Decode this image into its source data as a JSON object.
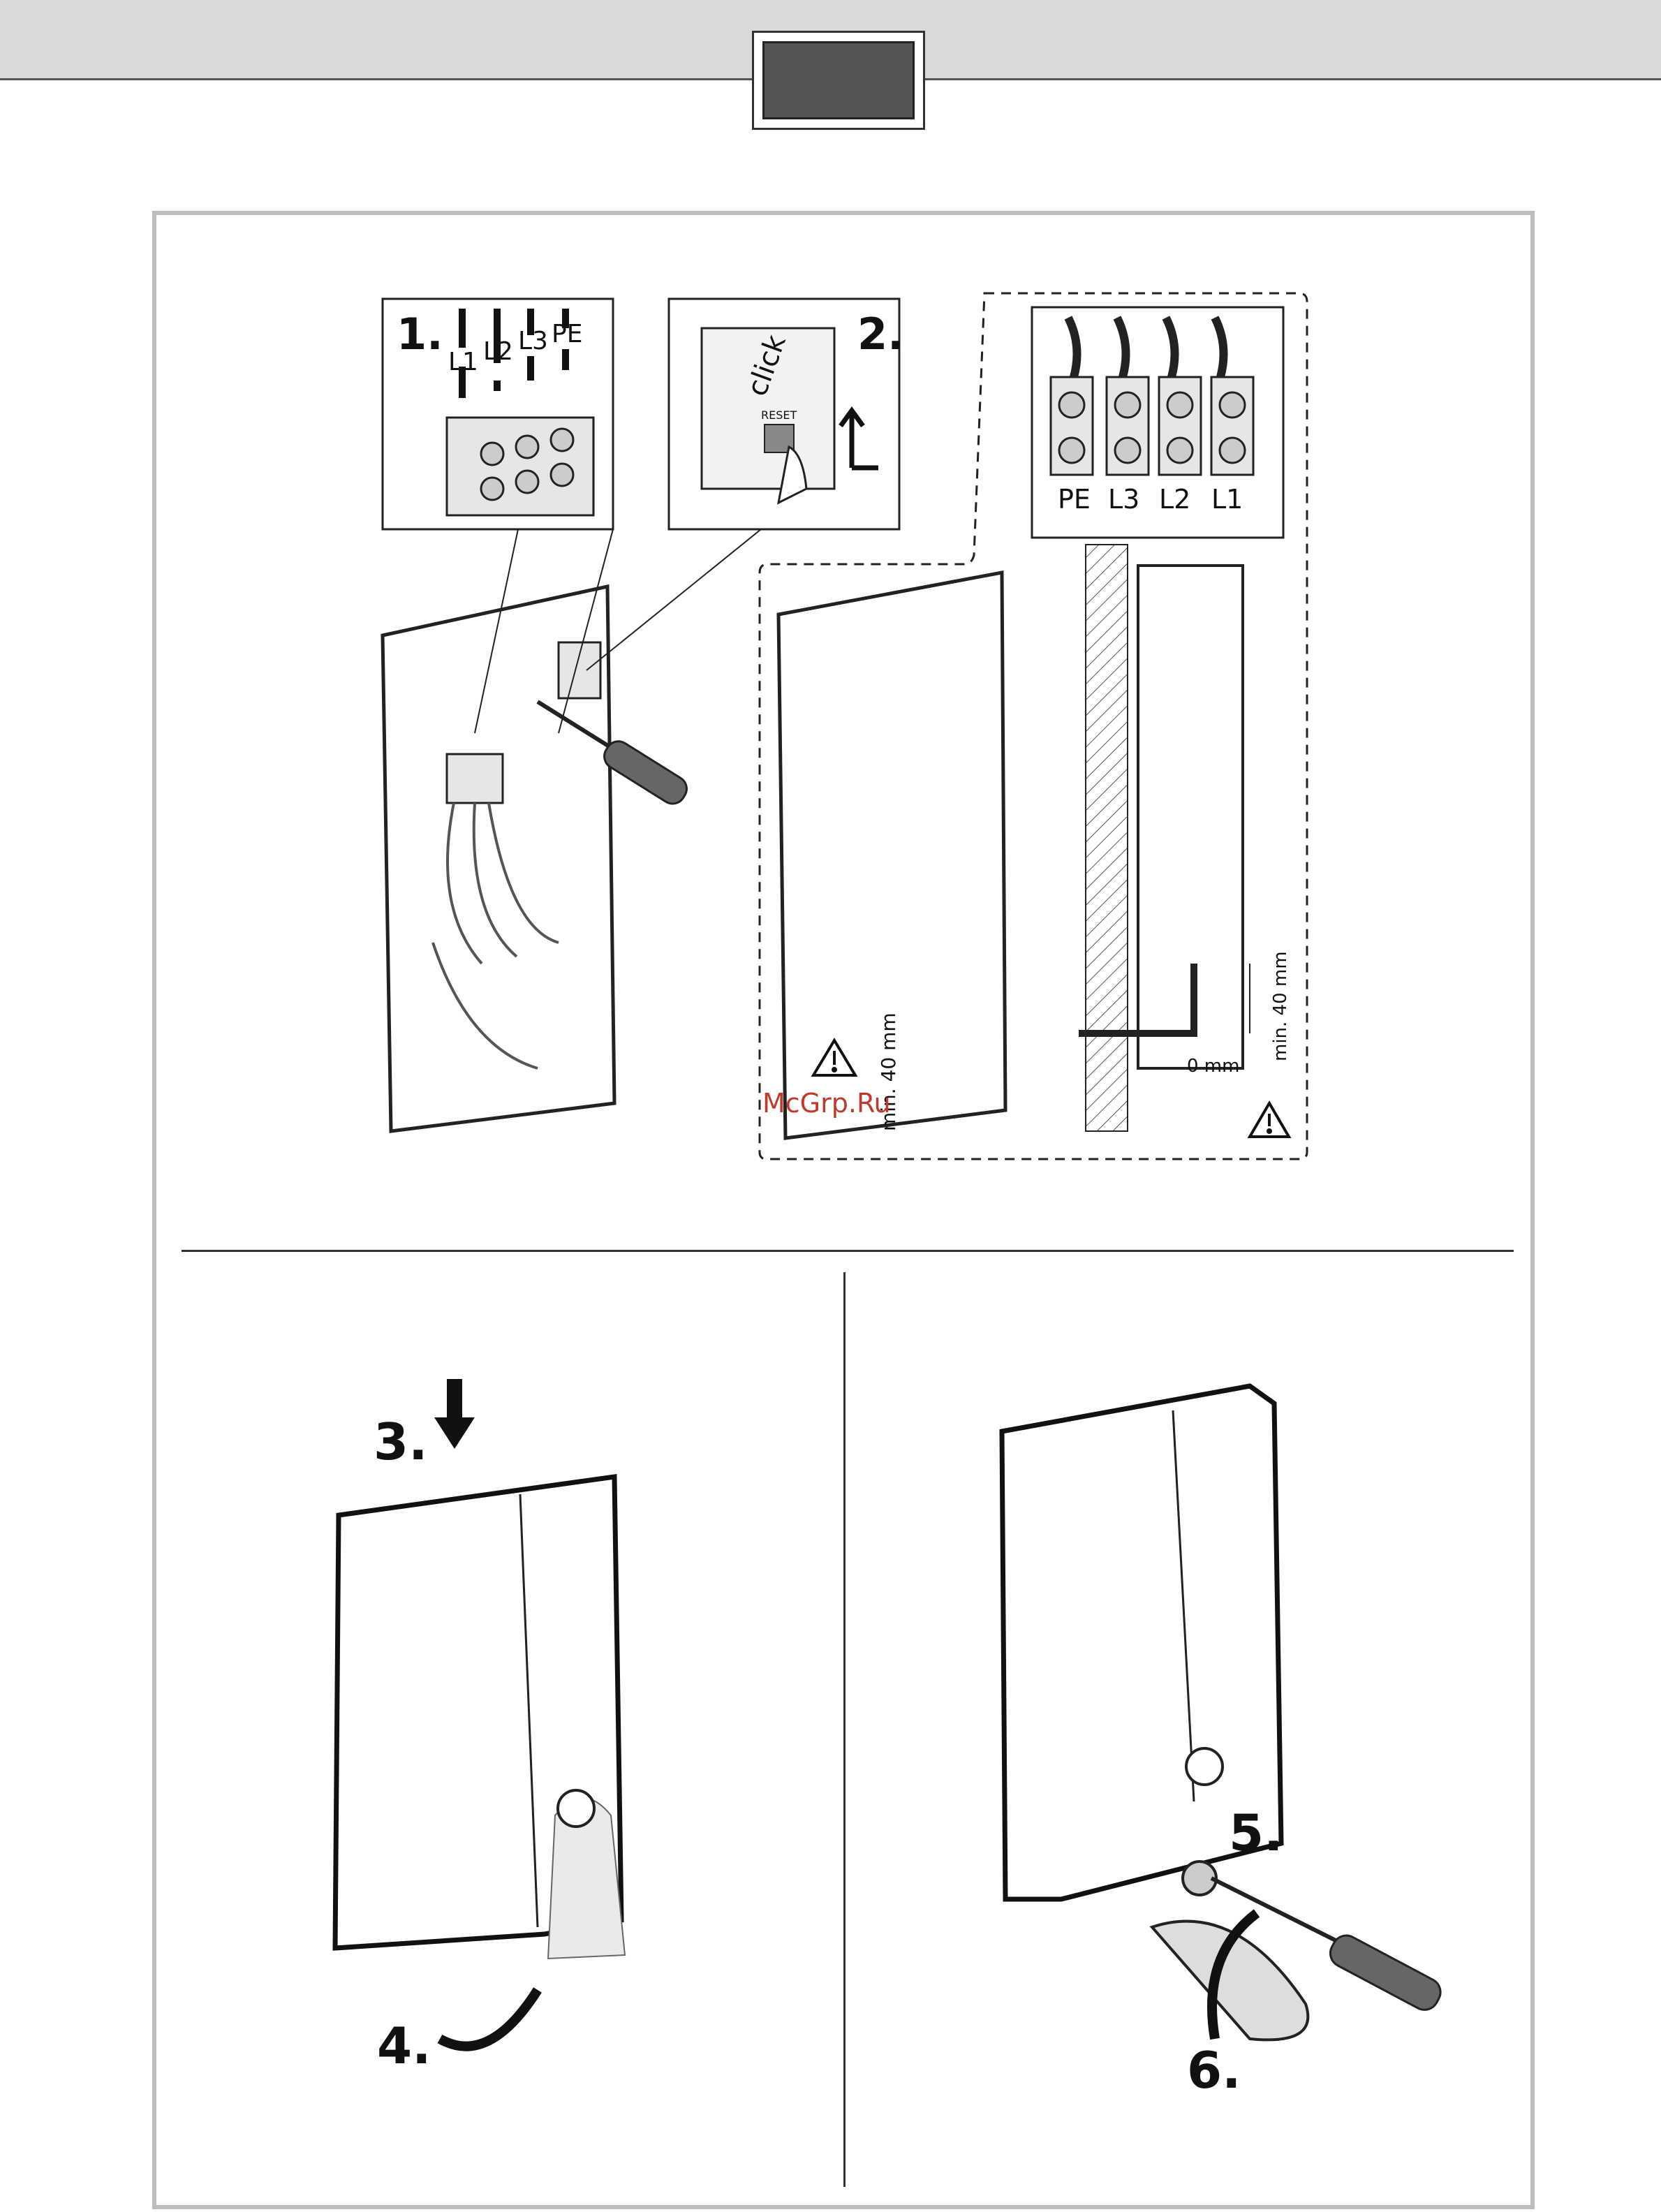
{
  "colors": {
    "header_band": "#d9d9d9",
    "tab_fill": "#555555",
    "frame_border": "#bdbdbd",
    "watermark": "#c0392b"
  },
  "steps": {
    "s1": "1.",
    "s2": "2.",
    "s3": "3.",
    "s4": "4.",
    "s5": "5.",
    "s6": "6."
  },
  "step1_wires": [
    "L1",
    "L2",
    "L3",
    "PE"
  ],
  "step2": {
    "click": "click",
    "reset": "RESET"
  },
  "terminal_labels": [
    "PE",
    "L3",
    "L2",
    "L1"
  ],
  "dimensions": {
    "min40_left": "min. 40 mm",
    "min40_right": "min. 40 mm",
    "zero": "0 mm"
  },
  "watermark": "McGrp.Ru",
  "icons": [
    "warning-icon",
    "arrow-down-icon",
    "arrow-up-icon",
    "rotate-arrow-icon",
    "screwdriver-icon"
  ]
}
